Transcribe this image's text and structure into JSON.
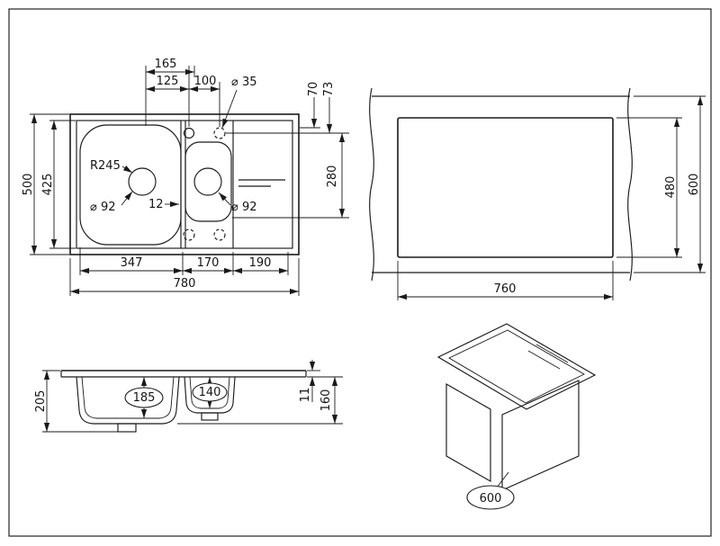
{
  "drawing": {
    "top_view": {
      "tap_span": "165",
      "tap_offset": "125",
      "tap_spacing": "100",
      "tap_hole_dia": "⌀ 35",
      "edge_dim_a": "70",
      "edge_dim_b": "73",
      "overall_depth": "500",
      "inner_depth": "425",
      "corner_radius": "R245",
      "drain_large_dia": "⌀ 92",
      "bowl_gap": "12",
      "drain_small_dia": "⌀ 92",
      "right_span": "280",
      "bowl_width": "347",
      "small_bowl_width": "170",
      "wing_width": "190",
      "overall_width": "780"
    },
    "cutout_view": {
      "cutout_width": "760",
      "cutout_depth": "480",
      "counter_depth": "600"
    },
    "section_view": {
      "overall_height": "205",
      "bowl_depth_large": "185",
      "bowl_depth_small": "140",
      "rim_height": "11",
      "body_height": "160"
    },
    "iso_view": {
      "cabinet_width": "600"
    }
  }
}
